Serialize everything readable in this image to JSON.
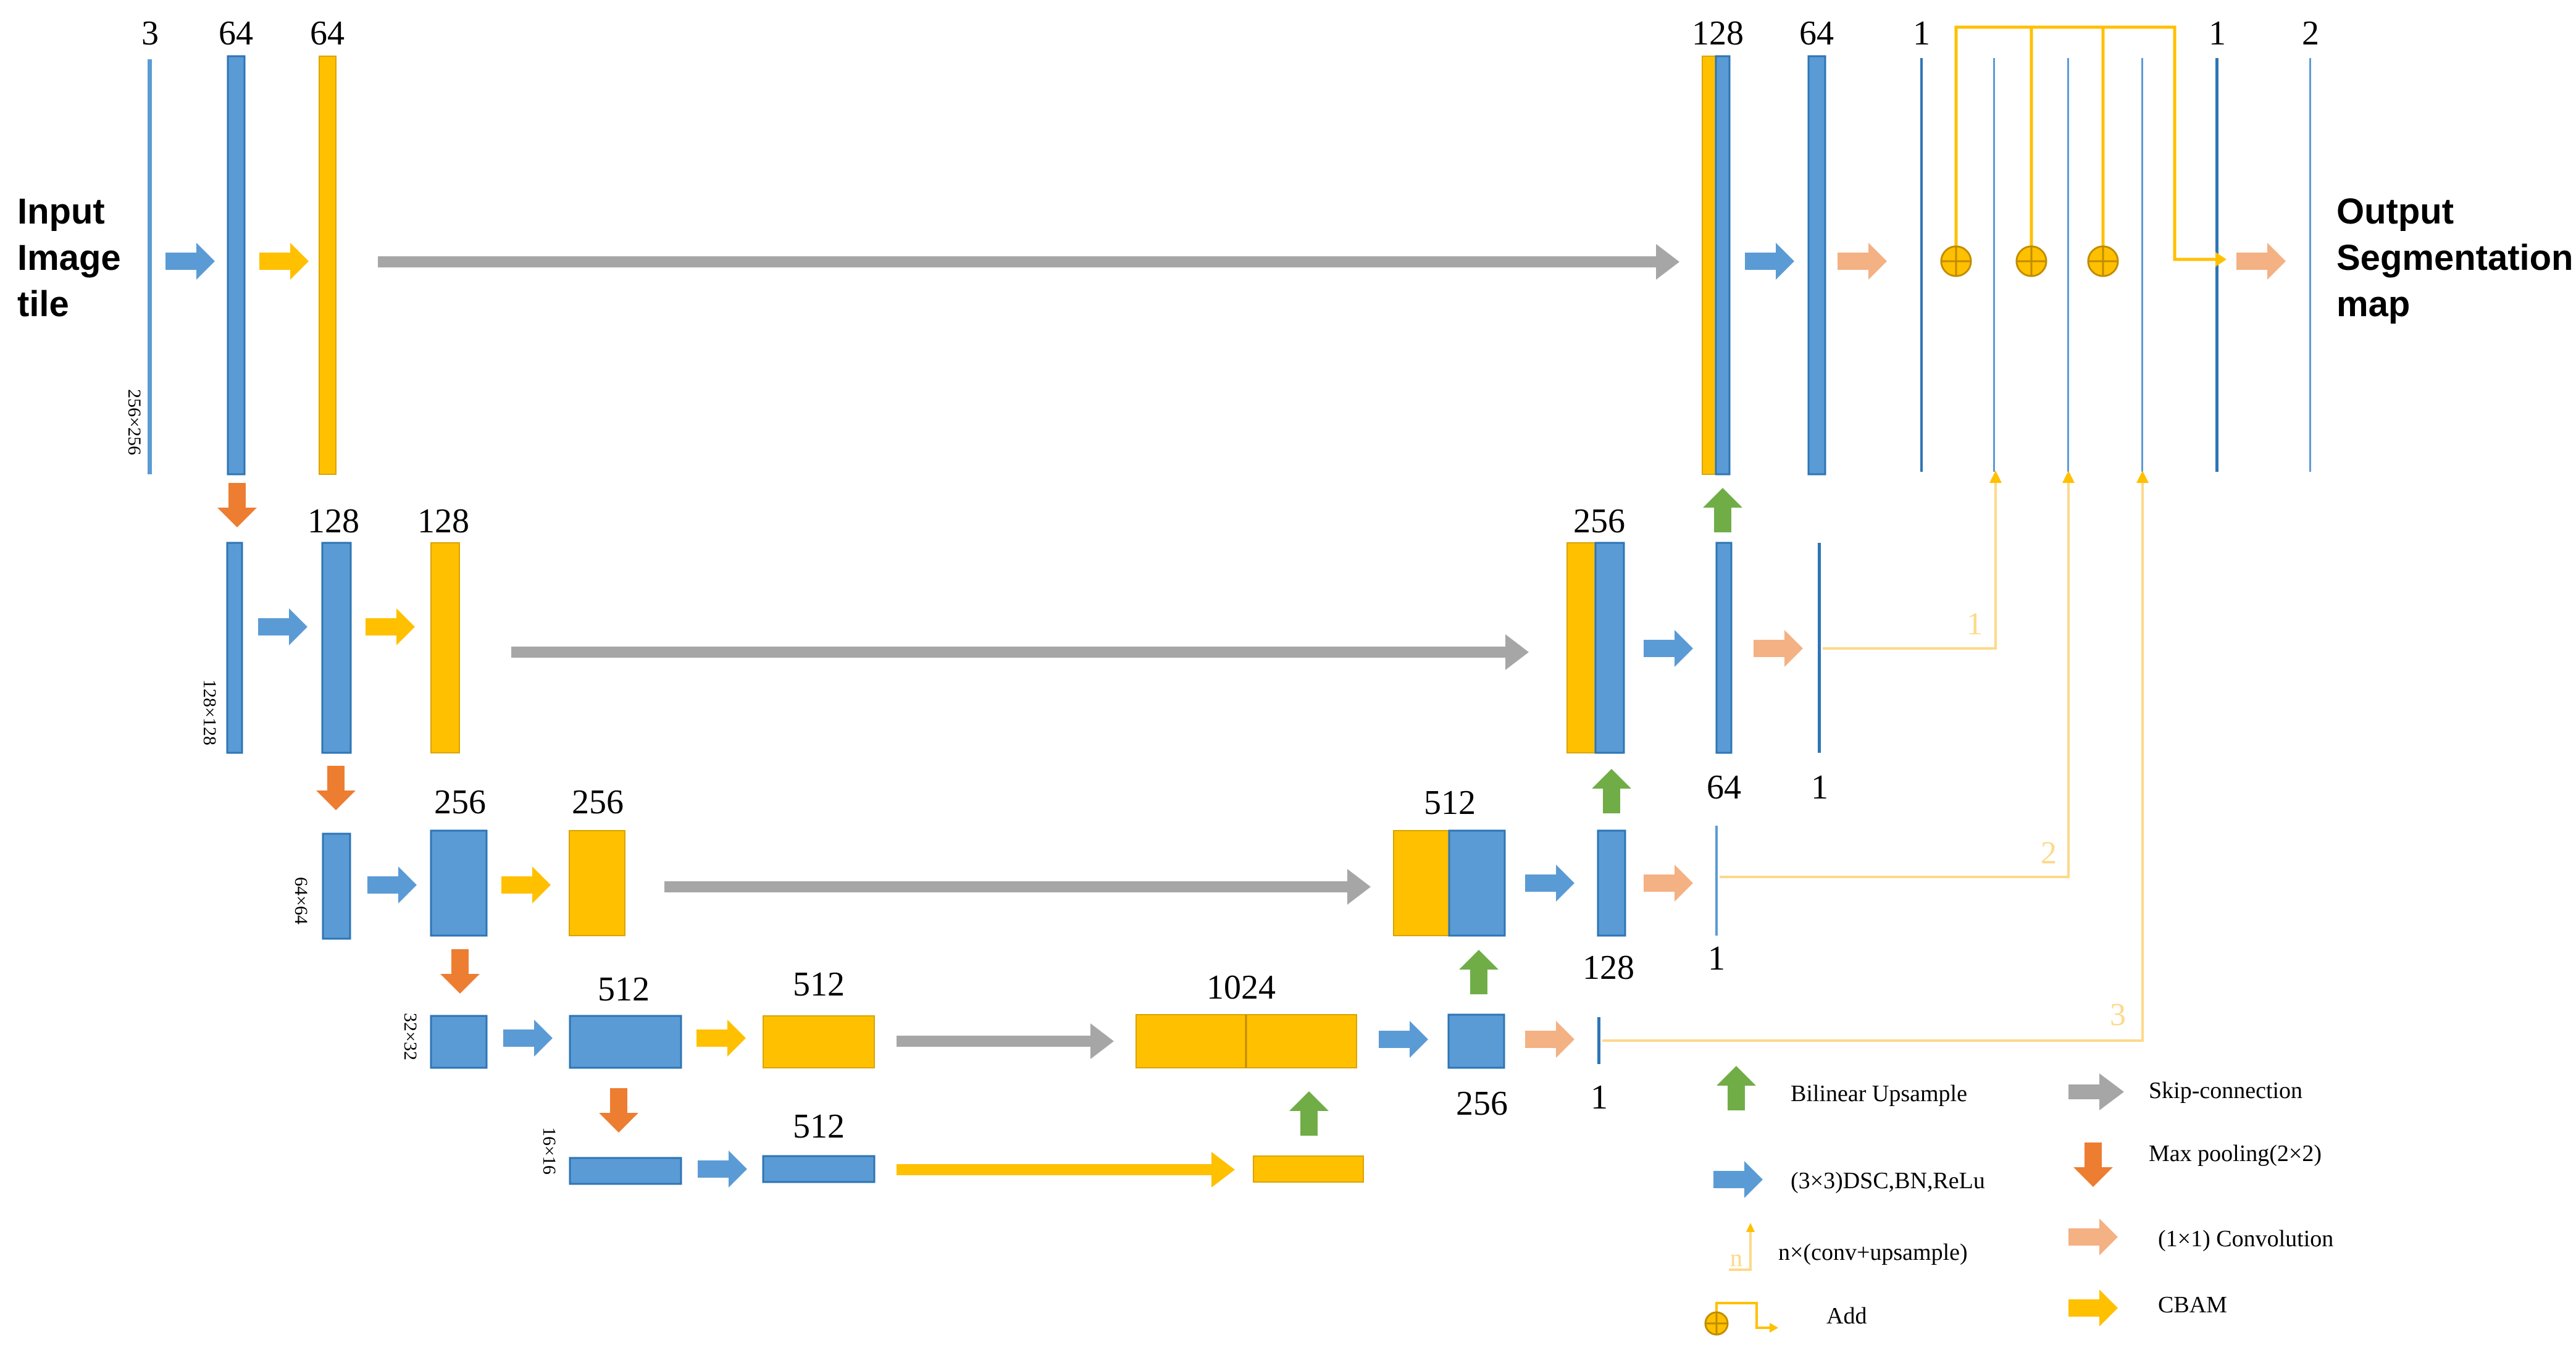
{
  "colors": {
    "blue": "#5b9bd5",
    "dark_blue": "#2e75b6",
    "yellow": "#ffc000",
    "gray": "#a6a6a6",
    "orange": "#ed7d31",
    "salmon": "#f4b183",
    "green": "#70ad47",
    "light_yellow": "#fdd98a"
  },
  "input_label": [
    "Input",
    "Image",
    "tile"
  ],
  "output_label": [
    "Output",
    "Segmentation",
    "map"
  ],
  "channel_labels": {
    "in_3": "3",
    "l1_64a": "64",
    "l1_64b": "64",
    "l2_128a": "128",
    "l2_128b": "128",
    "l3_256a": "256",
    "l3_256b": "256",
    "l4_512a": "512",
    "l4_512b": "512",
    "l5_512": "512",
    "d4_1024": "1024",
    "d4_256": "256",
    "d3_512": "512",
    "d3_128": "128",
    "d2_256": "256",
    "d2_64": "64",
    "d1_128": "128",
    "d1_64": "64",
    "out_1a": "1",
    "out_1b": "1",
    "out_2": "2",
    "s1_1": "1",
    "s2_1": "1",
    "s3_1": "1"
  },
  "size_labels": {
    "s256": "256×256",
    "s128": "128×128",
    "s64": "64×64",
    "s32": "32×32",
    "s16": "16×16"
  },
  "path_numbers": {
    "p1": "1",
    "p2": "2",
    "p3": "3"
  },
  "legend": {
    "bilinear": "Bilinear  Upsample",
    "skip": "Skip-connection",
    "dsc": "(3×3)DSC,BN,ReLu",
    "maxpool": "Max pooling(2×2)",
    "n_conv": "n×(conv+upsample)",
    "n_glyph": "n",
    "conv1x1": "(1×1)  Convolution",
    "add": "Add",
    "cbam": "CBAM"
  }
}
